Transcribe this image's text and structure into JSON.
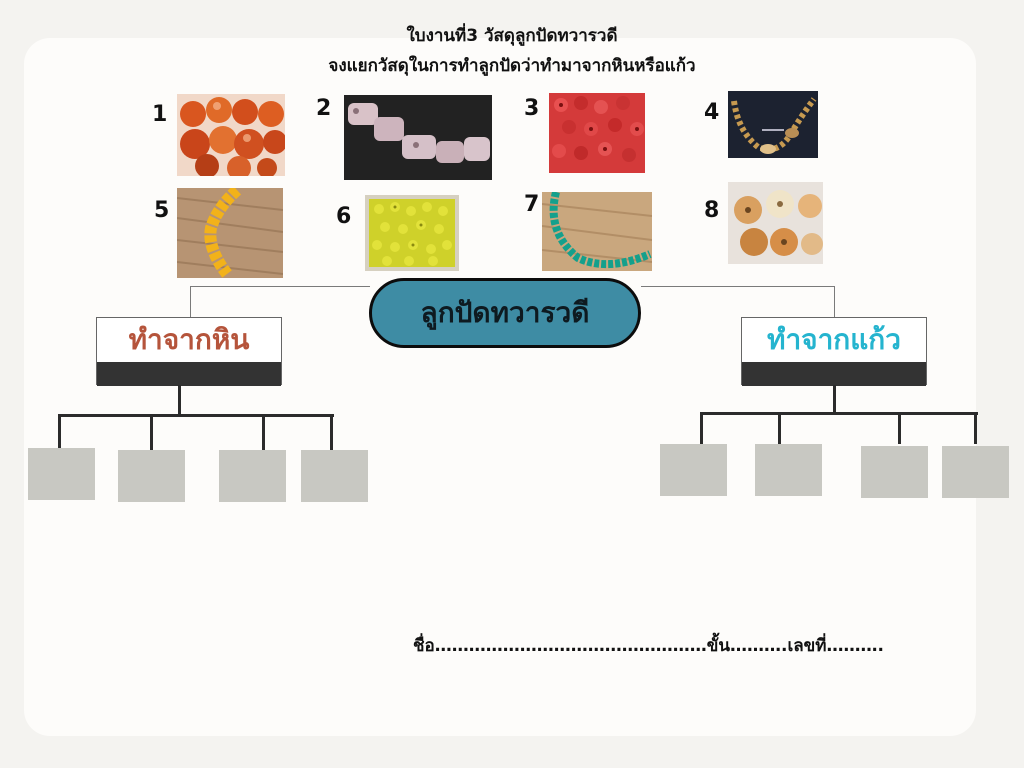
{
  "worksheet": {
    "title_line1": "ใบงานที่3 วัสดุลูกปัดทวารวดี",
    "title_line2": "จงแยกวัสดุในการทำลูกปัดว่าทำมาจากหินหรือแก้ว"
  },
  "beads": [
    {
      "number": "1"
    },
    {
      "number": "2"
    },
    {
      "number": "3"
    },
    {
      "number": "4"
    },
    {
      "number": "5"
    },
    {
      "number": "6"
    },
    {
      "number": "7"
    },
    {
      "number": "8"
    }
  ],
  "diagram": {
    "center_label": "ลูกปัดทวารวดี",
    "stone_label": "ทำจากหิน",
    "glass_label": "ทำจากแก้ว",
    "stone_color": "#b5543b",
    "glass_color": "#25b4cf",
    "center_color": "#3e8ca4"
  },
  "footer": {
    "text": "ชื่อ…………………………………………ขั้น……….เลขที่………."
  }
}
